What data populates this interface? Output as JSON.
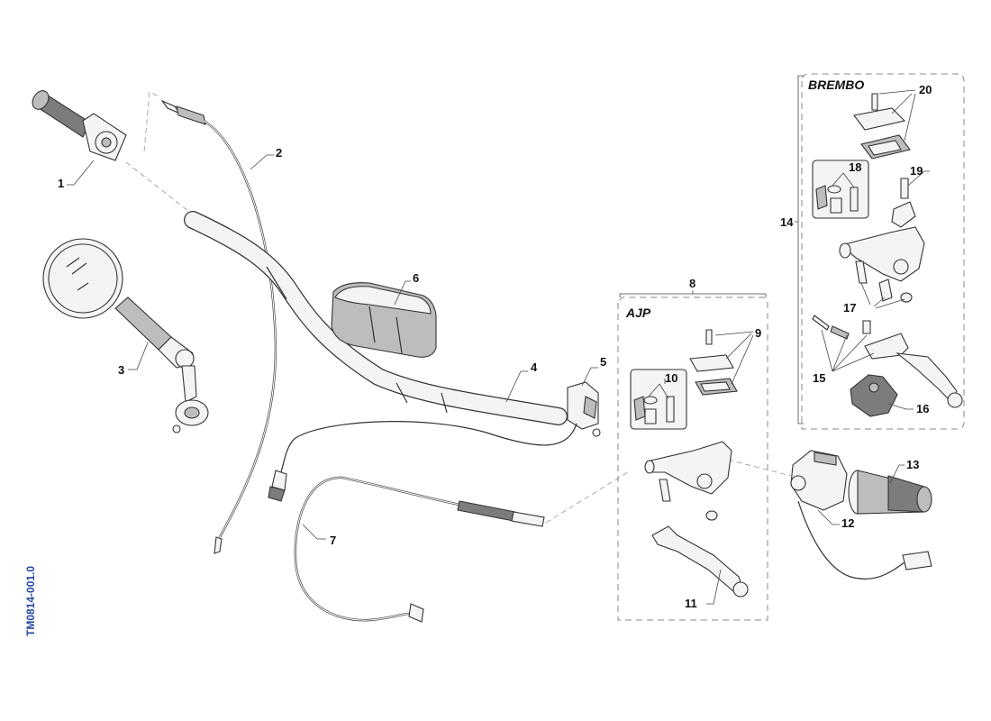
{
  "drawing_code": "TM0814-001.0",
  "groups": {
    "ajp": {
      "title": "AJP",
      "number": "8"
    },
    "brembo": {
      "title": "BREMBO",
      "number": "14"
    }
  },
  "callouts": [
    "1",
    "2",
    "3",
    "4",
    "5",
    "6",
    "7",
    "8",
    "9",
    "10",
    "11",
    "12",
    "13",
    "14",
    "15",
    "16",
    "17",
    "18",
    "19",
    "20"
  ]
}
